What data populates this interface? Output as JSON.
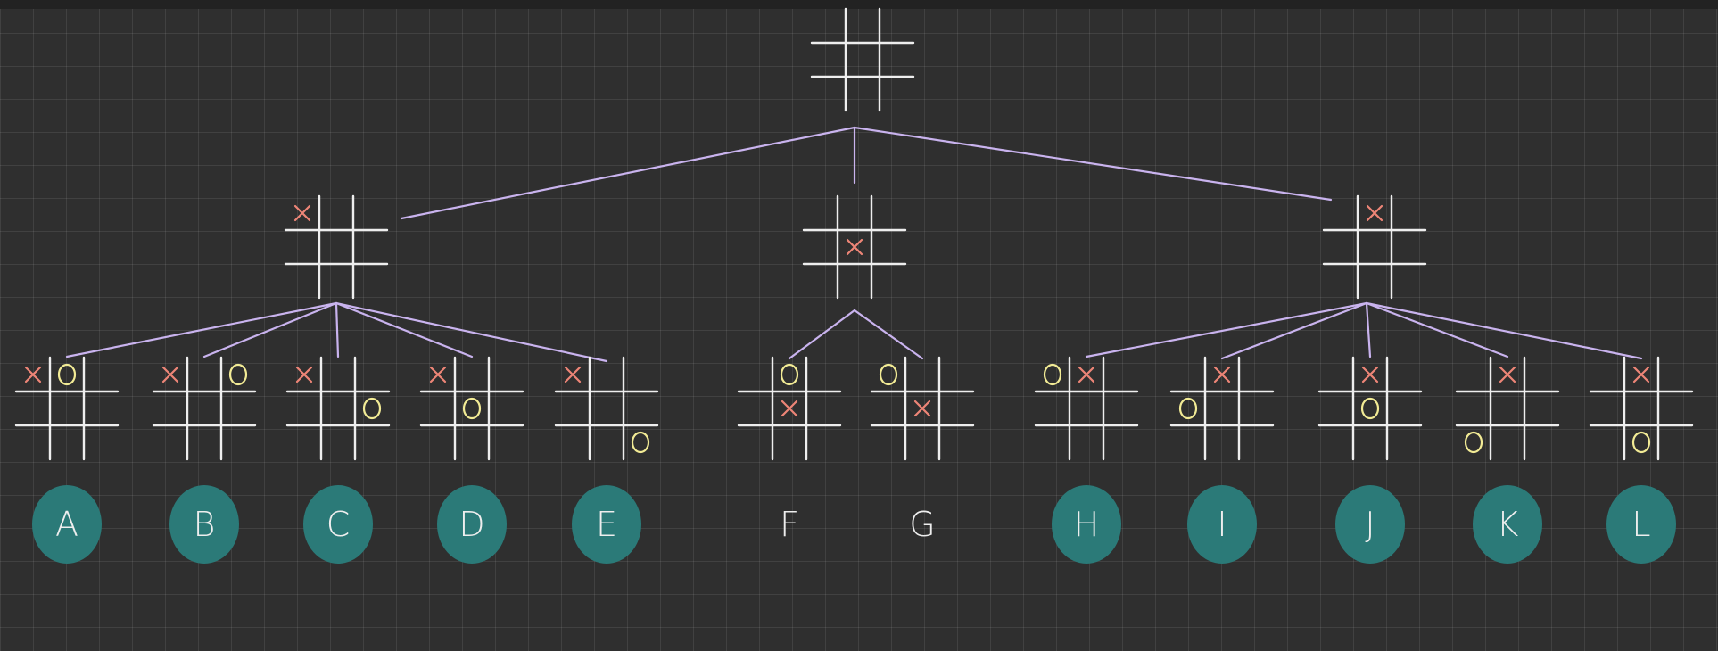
{
  "colors": {
    "background": "#2f2f2f",
    "grid": "#4a4a4a",
    "board_lines": "#eeeeee",
    "edges": "#c9b3ee",
    "x_mark": "#ee8577",
    "o_mark": "#f2eb95",
    "highlight": "#2b7a78",
    "label_text": "#eeeeee"
  },
  "root": {
    "board": [
      "",
      "",
      "",
      "",
      "",
      "",
      "",
      "",
      ""
    ]
  },
  "level1": [
    {
      "id": "corner",
      "board": [
        "X",
        "",
        "",
        "",
        "",
        "",
        "",
        "",
        ""
      ]
    },
    {
      "id": "center",
      "board": [
        "",
        "",
        "",
        "",
        "X",
        "",
        "",
        "",
        ""
      ]
    },
    {
      "id": "edge",
      "board": [
        "",
        "X",
        "",
        "",
        "",
        "",
        "",
        "",
        ""
      ]
    }
  ],
  "leaves": [
    {
      "label": "A",
      "parent": "corner",
      "highlighted": true,
      "board": [
        "X",
        "O",
        "",
        "",
        "",
        "",
        "",
        "",
        ""
      ]
    },
    {
      "label": "B",
      "parent": "corner",
      "highlighted": true,
      "board": [
        "X",
        "",
        "O",
        "",
        "",
        "",
        "",
        "",
        ""
      ]
    },
    {
      "label": "C",
      "parent": "corner",
      "highlighted": true,
      "board": [
        "X",
        "",
        "",
        "",
        "",
        "O",
        "",
        "",
        ""
      ]
    },
    {
      "label": "D",
      "parent": "corner",
      "highlighted": true,
      "board": [
        "X",
        "",
        "",
        "",
        "O",
        "",
        "",
        "",
        ""
      ]
    },
    {
      "label": "E",
      "parent": "corner",
      "highlighted": true,
      "board": [
        "X",
        "",
        "",
        "",
        "",
        "",
        "",
        "",
        "O"
      ]
    },
    {
      "label": "F",
      "parent": "center",
      "highlighted": false,
      "board": [
        "",
        "O",
        "",
        "",
        "X",
        "",
        "",
        "",
        ""
      ]
    },
    {
      "label": "G",
      "parent": "center",
      "highlighted": false,
      "board": [
        "O",
        "",
        "",
        "",
        "X",
        "",
        "",
        "",
        ""
      ]
    },
    {
      "label": "H",
      "parent": "edge",
      "highlighted": true,
      "board": [
        "O",
        "X",
        "",
        "",
        "",
        "",
        "",
        "",
        ""
      ]
    },
    {
      "label": "I",
      "parent": "edge",
      "highlighted": true,
      "board": [
        "",
        "X",
        "",
        "O",
        "",
        "",
        "",
        "",
        ""
      ]
    },
    {
      "label": "J",
      "parent": "edge",
      "highlighted": true,
      "board": [
        "",
        "X",
        "",
        "",
        "O",
        "",
        "",
        "",
        ""
      ]
    },
    {
      "label": "K",
      "parent": "edge",
      "highlighted": true,
      "board": [
        "",
        "X",
        "",
        "",
        "",
        "",
        "O",
        "",
        ""
      ]
    },
    {
      "label": "L",
      "parent": "edge",
      "highlighted": true,
      "board": [
        "",
        "X",
        "",
        "",
        "",
        "",
        "",
        "O",
        ""
      ]
    }
  ]
}
